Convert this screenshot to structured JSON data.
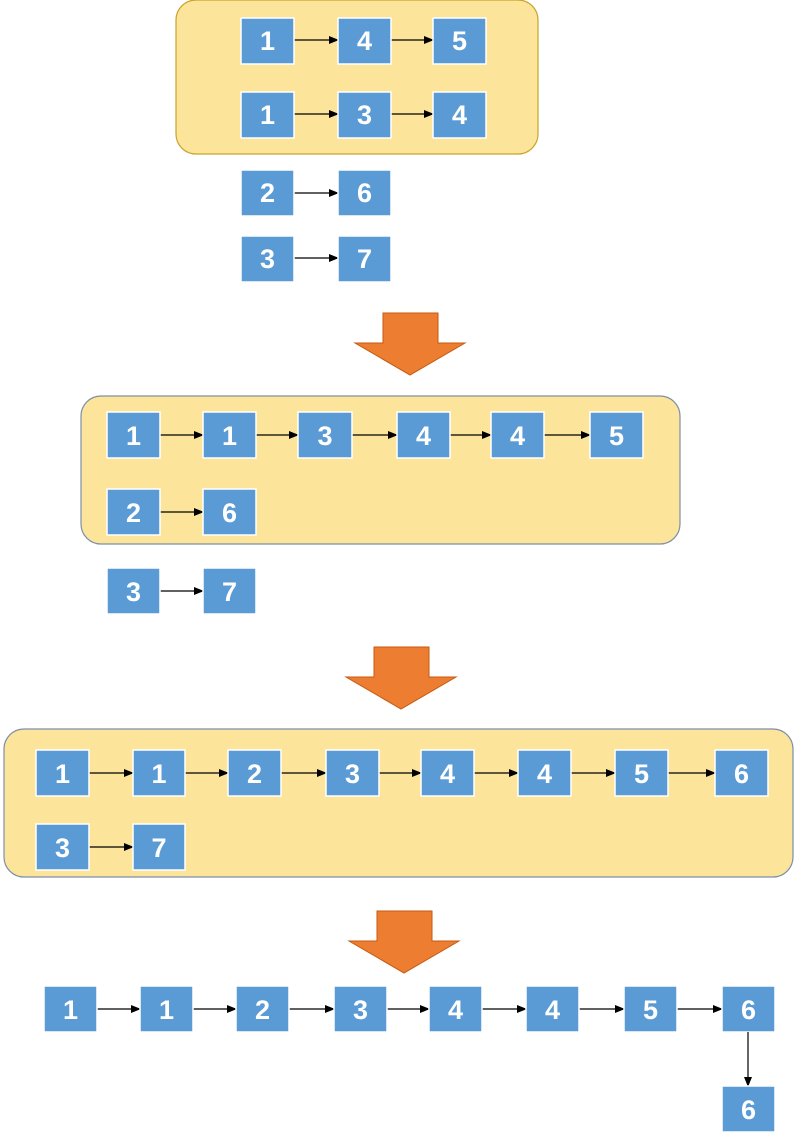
{
  "stage1": {
    "merged_lists": [
      [
        "1",
        "4",
        "5"
      ],
      [
        "1",
        "3",
        "4"
      ]
    ],
    "pending_lists": [
      [
        "2",
        "6"
      ],
      [
        "3",
        "7"
      ]
    ]
  },
  "stage2": {
    "merged_lists": [
      [
        "1",
        "1",
        "3",
        "4",
        "4",
        "5"
      ],
      [
        "2",
        "6"
      ]
    ],
    "pending_lists": [
      [
        "3",
        "7"
      ]
    ]
  },
  "stage3": {
    "merged_lists": [
      [
        "1",
        "1",
        "2",
        "3",
        "4",
        "4",
        "5",
        "6"
      ],
      [
        "3",
        "7"
      ]
    ],
    "pending_lists": []
  },
  "final": {
    "list": [
      "1",
      "1",
      "2",
      "3",
      "4",
      "4",
      "5",
      "6"
    ],
    "tail": "6"
  },
  "colors": {
    "node_fill": "#5b9bd5",
    "group_fill": "#fde49b",
    "arrow_fill": "#ed7d31"
  }
}
